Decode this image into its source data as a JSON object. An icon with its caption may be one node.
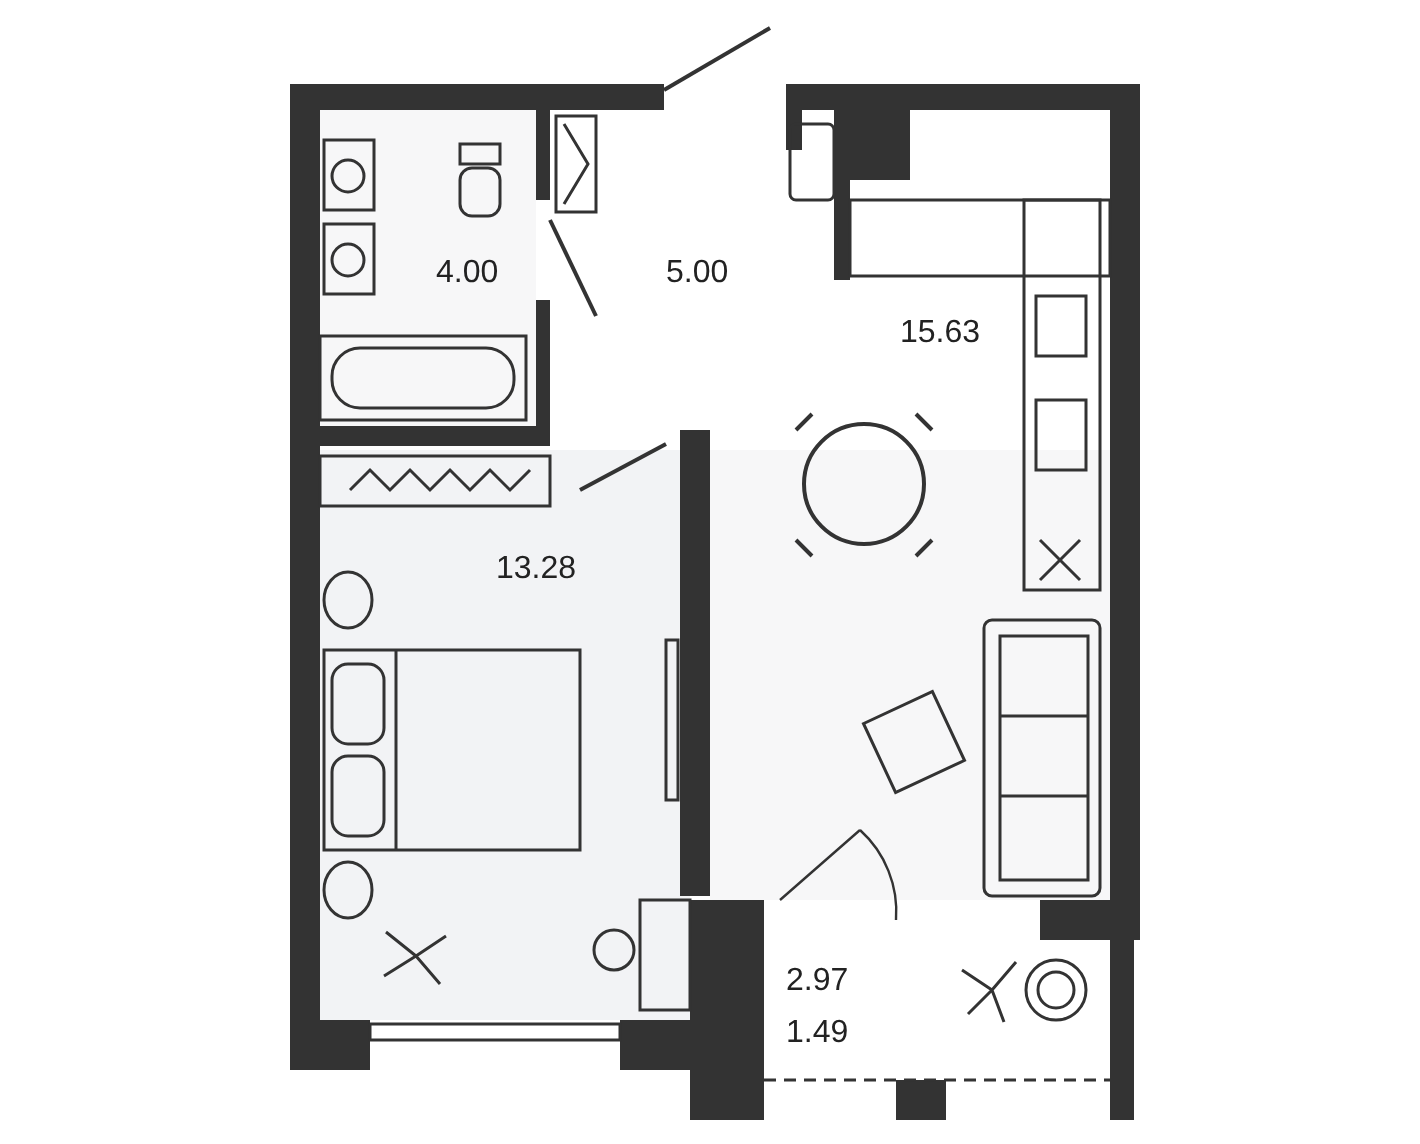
{
  "diagram": {
    "labels": [
      "4.00",
      "5.00",
      "15.63",
      "13.28",
      "2.97",
      "1.49"
    ]
  }
}
